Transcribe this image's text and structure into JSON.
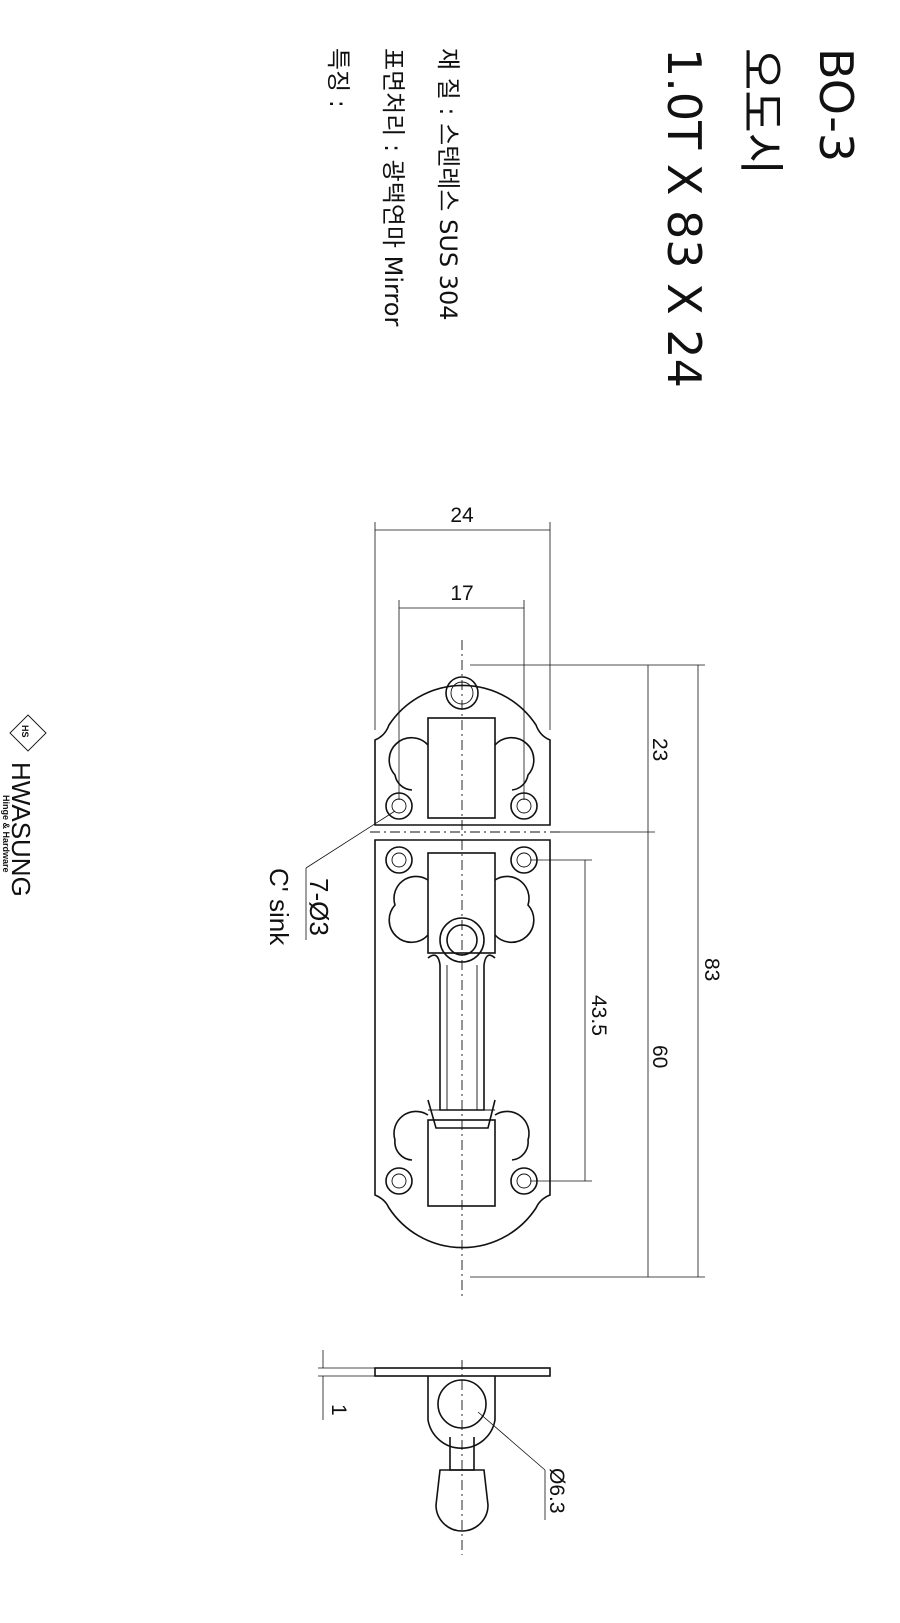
{
  "header": {
    "model": "BO-3",
    "name_ko": "오도시",
    "size": "1.0T X 83 X 24"
  },
  "specs": {
    "material": "재  질 : 스텐레스 SUS 304",
    "surface": "표면처리 : 광택연마 Mirror",
    "feature": "특징 :"
  },
  "dimensions": {
    "width_total": "24",
    "width_holes": "17",
    "upper_len": "23",
    "total_len": "83",
    "lower_len": "60",
    "hole_spacing": "43.5",
    "holes": "7-Ø3",
    "sink": "C' sink",
    "thickness": "1",
    "knob_dia": "Ø6.3"
  },
  "logo": {
    "mark": "HS",
    "brand": "HWASUNG",
    "tagline": "Hinge & Hardware"
  }
}
